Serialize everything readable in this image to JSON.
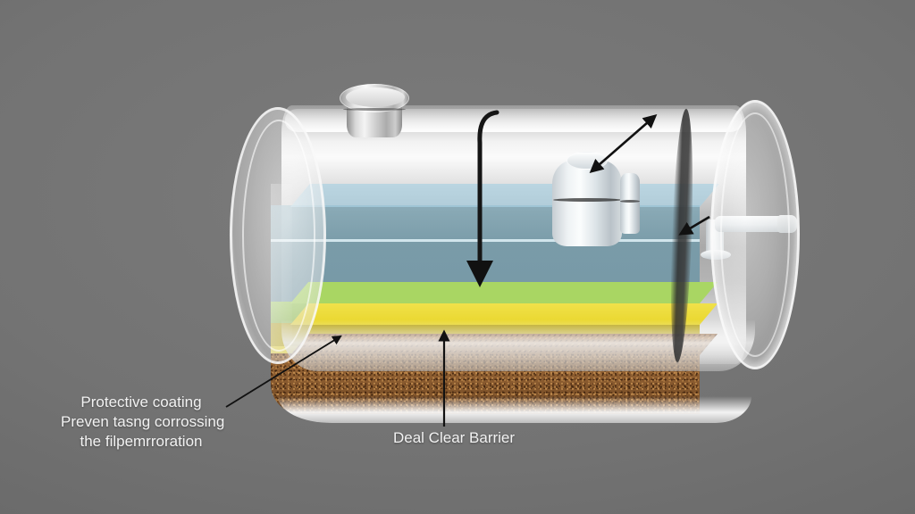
{
  "scene": {
    "title": "Underground storage tank cutaway with layered contents",
    "background_color": "#6e6e6e"
  },
  "tank": {
    "shell_label": "tank-shell",
    "band_label": "tank-strap-band",
    "manway_label": "top-manway-hatch",
    "left_end_label": "left-end-cap",
    "right_end_label": "right-end-cap"
  },
  "layers": [
    {
      "name": "liquid-blue",
      "color": "#6e98a8",
      "top_color": "#aad0e1"
    },
    {
      "name": "layer-green",
      "color": "#9fce5c",
      "top_color": "#a9d663"
    },
    {
      "name": "layer-yellow",
      "color": "#c8b41d",
      "top_color": "#e9d62c"
    },
    {
      "name": "sediment-brown",
      "color": "#8a5b2f",
      "top_color": "#95653a"
    }
  ],
  "equipment": {
    "internal_vessel": "internal-vessel",
    "internal_cylinder": "internal-cylinder",
    "elbow_pipe": "elbow-pipe-fitting",
    "dip_tube": "dip-tube"
  },
  "annotations": {
    "coating": {
      "line1": "Protective coating",
      "line2": "Preven tasng corrossing",
      "line3": "the filpemrroration"
    },
    "barrier": {
      "line1": "Deal Clear Barrier"
    }
  },
  "arrows": [
    {
      "name": "dip-tube-arrow",
      "direction": "down"
    },
    {
      "name": "double-headed-arrow",
      "direction": "both"
    },
    {
      "name": "elbow-pointer-arrow",
      "direction": "down-left"
    },
    {
      "name": "coating-leader-arrow",
      "direction": "up-right"
    },
    {
      "name": "barrier-leader-arrow",
      "direction": "up"
    }
  ]
}
